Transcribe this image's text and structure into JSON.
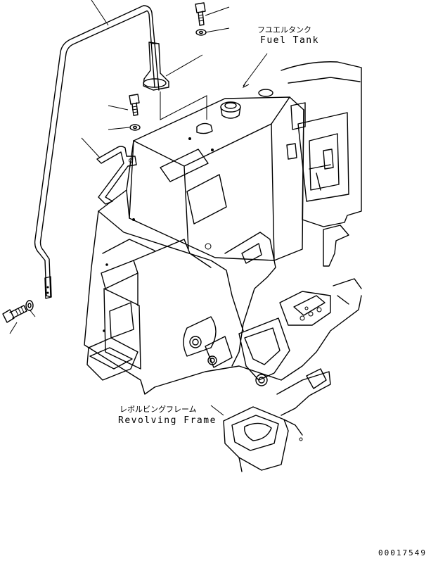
{
  "labels": {
    "fuel_tank_jp": "フユエルタンク",
    "fuel_tank_en": "Fuel Tank",
    "frame_jp": "レボルビングフレーム",
    "frame_en": "Revolving Frame",
    "drawing_number": "00017549"
  }
}
